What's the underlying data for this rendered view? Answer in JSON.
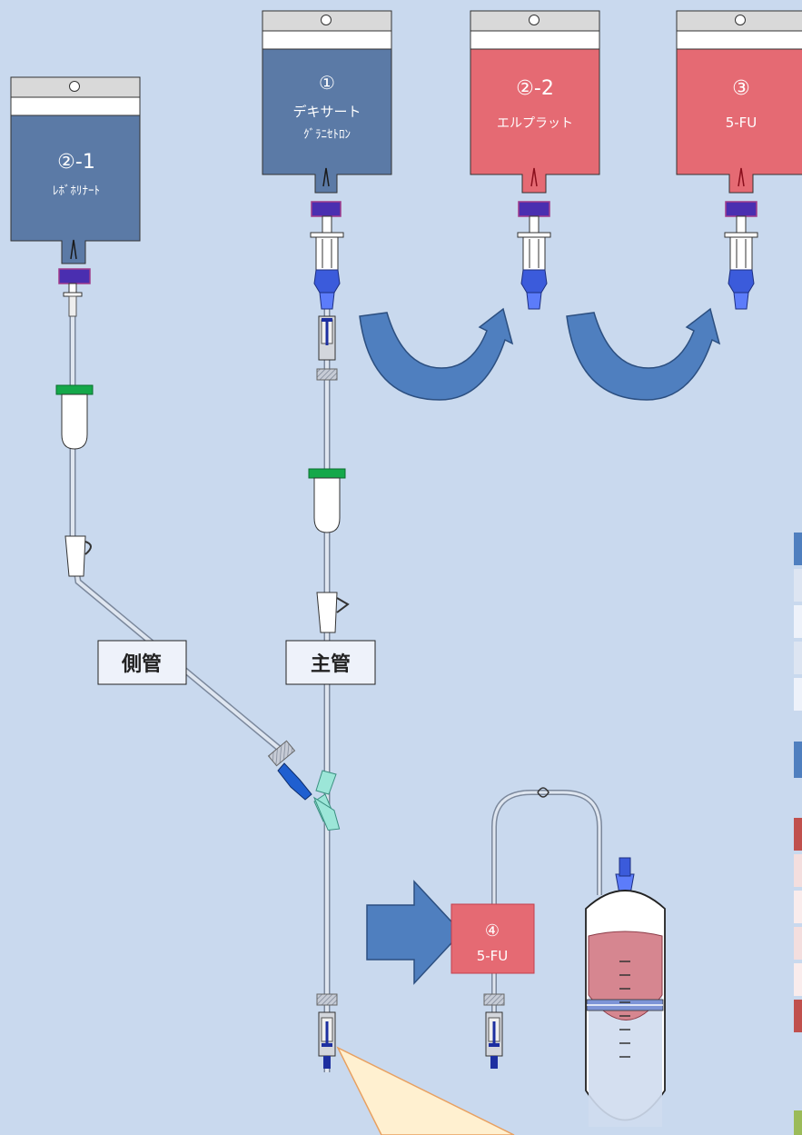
{
  "bags": [
    {
      "id": "bag-1",
      "number": "①",
      "line1": "デキサート",
      "line2": "ｸﾞﾗﾆｾﾄﾛﾝ",
      "color": "#5b7aa6"
    },
    {
      "id": "bag-2-1",
      "number": "②-1",
      "line1": "ﾚﾎﾞﾎﾘﾅｰﾄ",
      "line2": "",
      "color": "#5b7aa6"
    },
    {
      "id": "bag-2-2",
      "number": "②-2",
      "line1": "エルプラット",
      "line2": "",
      "color": "#e56a73"
    },
    {
      "id": "bag-3",
      "number": "③",
      "line1": "5-FU",
      "line2": "",
      "color": "#e56a73"
    }
  ],
  "pump_label": {
    "number": "④",
    "name": "5-FU",
    "color": "#e56a73"
  },
  "line_labels": {
    "side": "側管",
    "main": "主管"
  },
  "colors": {
    "background": "#c9d9ee",
    "arrow": "#4f7fbf",
    "connector_blue": "#3b5bdb",
    "clamp_green": "#15a84a"
  }
}
